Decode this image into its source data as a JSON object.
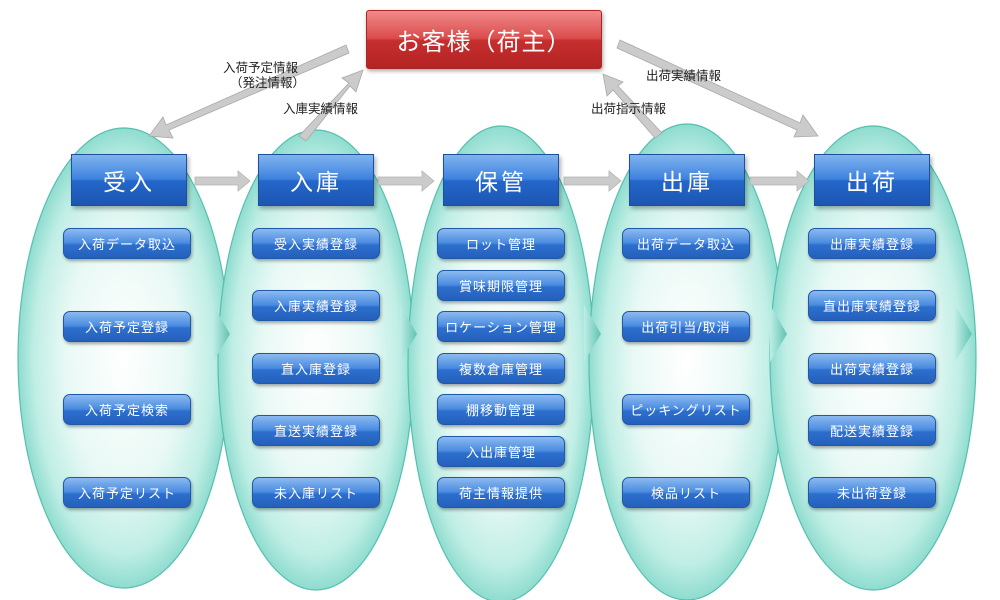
{
  "customer": {
    "label": "お客様（荷主）"
  },
  "flows": {
    "plan_line1": "入荷予定情報",
    "plan_line2": "（発注情報）",
    "receipt_result": "入庫実績情報",
    "ship_instruction": "出荷指示情報",
    "ship_result": "出荷実績情報"
  },
  "stages": [
    {
      "title": "受入",
      "items": [
        "入荷データ取込",
        "入荷予定登録",
        "入荷予定検索",
        "入荷予定リスト"
      ]
    },
    {
      "title": "入庫",
      "items": [
        "受入実績登録",
        "入庫実績登録",
        "直入庫登録",
        "直送実績登録",
        "未入庫リスト"
      ]
    },
    {
      "title": "保管",
      "items": [
        "ロット管理",
        "賞味期限管理",
        "ロケーション管理",
        "複数倉庫管理",
        "棚移動管理",
        "入出庫管理",
        "荷主情報提供"
      ]
    },
    {
      "title": "出庫",
      "items": [
        "出荷データ取込",
        "出荷引当/取消",
        "ピッキングリスト",
        "検品リスト"
      ]
    },
    {
      "title": "出荷",
      "items": [
        "出庫実績登録",
        "直出庫実績登録",
        "出荷実績登録",
        "配送実績登録",
        "未出荷登録"
      ]
    }
  ],
  "colors": {
    "customer_red": "#d23a3a",
    "header_blue": "#2f73d6",
    "item_blue": "#3a7cd8",
    "ellipse_teal": "#7fd3c6",
    "arrow_gray": "#c8c8c8"
  }
}
